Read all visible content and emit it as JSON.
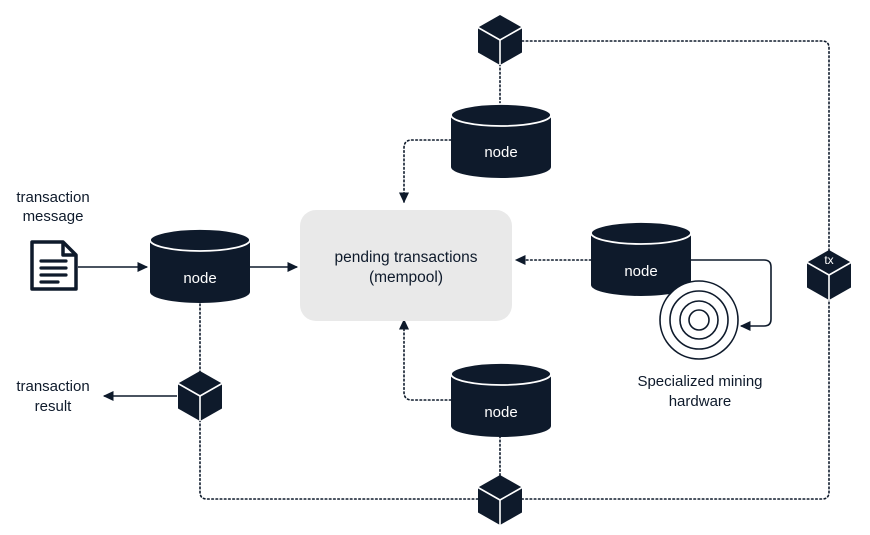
{
  "labels": {
    "transaction_message_line1": "transaction",
    "transaction_message_line2": "message",
    "transaction_result_line1": "transaction",
    "transaction_result_line2": "result",
    "pending_line1": "pending transactions",
    "pending_line2": "(mempool)",
    "node": "node",
    "mining_line1": "Specialized mining",
    "mining_line2": "hardware",
    "tx": "tx"
  },
  "colors": {
    "dark": "#0e1a2b",
    "pending_box": "#e9e9e9",
    "background": "#ffffff"
  },
  "icons": {
    "document": "document-icon",
    "block": "cube-icon",
    "mining": "concentric-rings-icon"
  }
}
